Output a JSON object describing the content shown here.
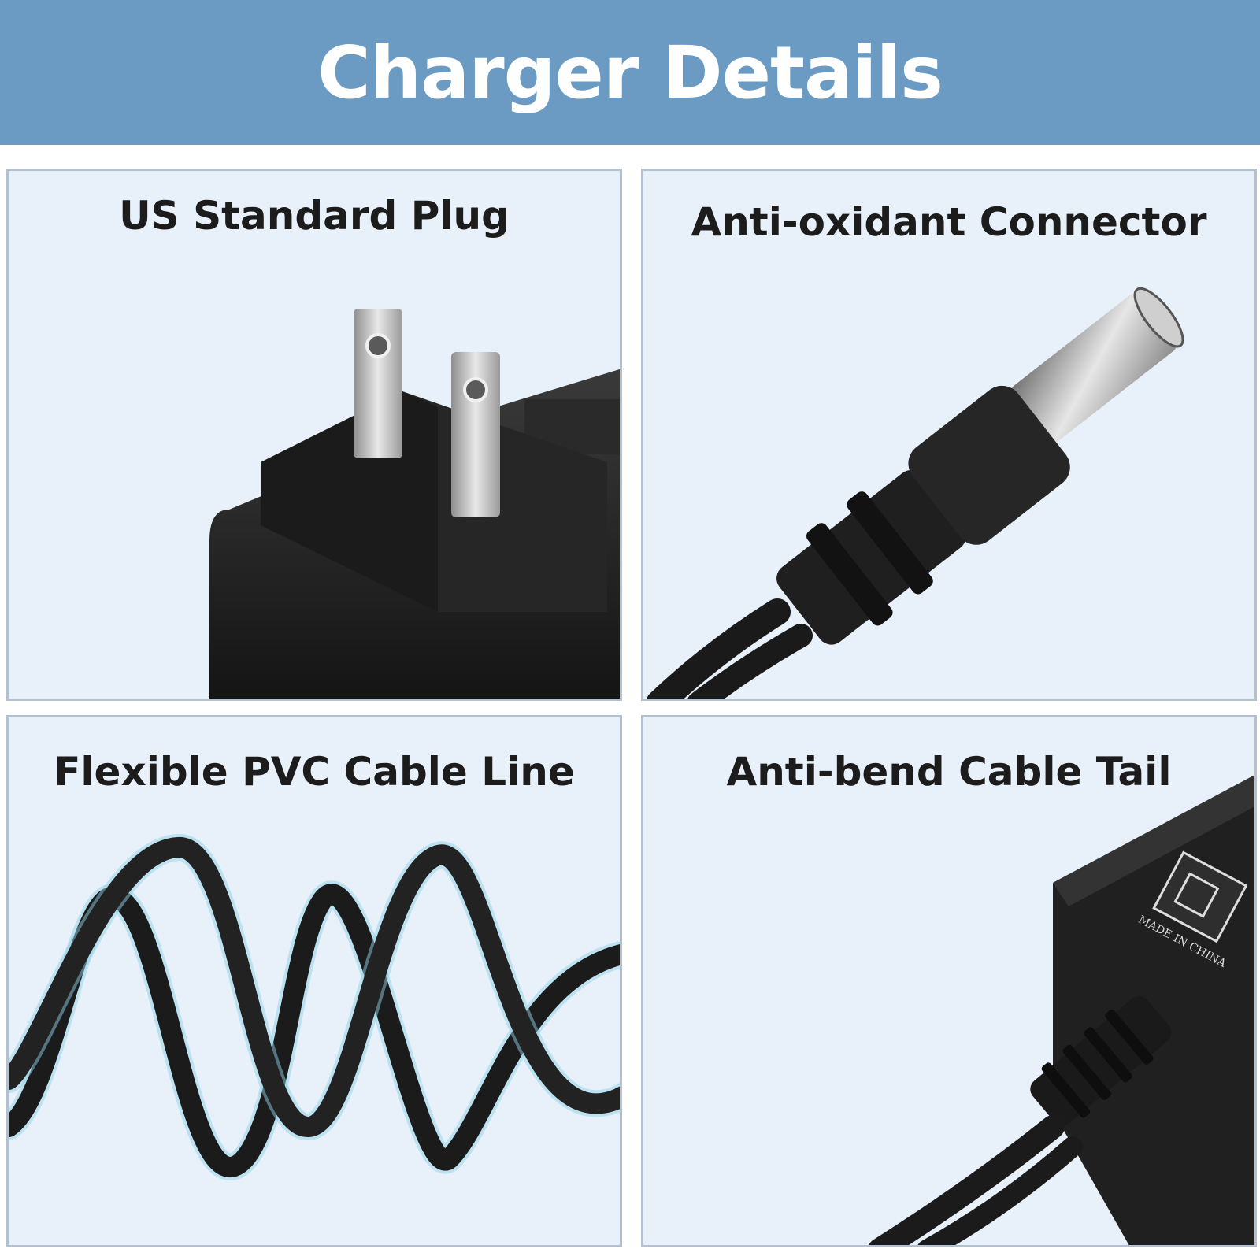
{
  "header": {
    "title": "Charger Details"
  },
  "panels": [
    {
      "title": "US Standard Plug"
    },
    {
      "title": "Anti-oxidant Connector"
    },
    {
      "title": "Flexible PVC Cable Line"
    },
    {
      "title": "Anti-bend Cable Tail",
      "label_text": "MADE IN CHINA"
    }
  ],
  "colors": {
    "banner": "#6b9bc3",
    "panel_bg": "#e8f0fa",
    "panel_border": "#b3c0cf",
    "product": "#1f1f1f"
  }
}
